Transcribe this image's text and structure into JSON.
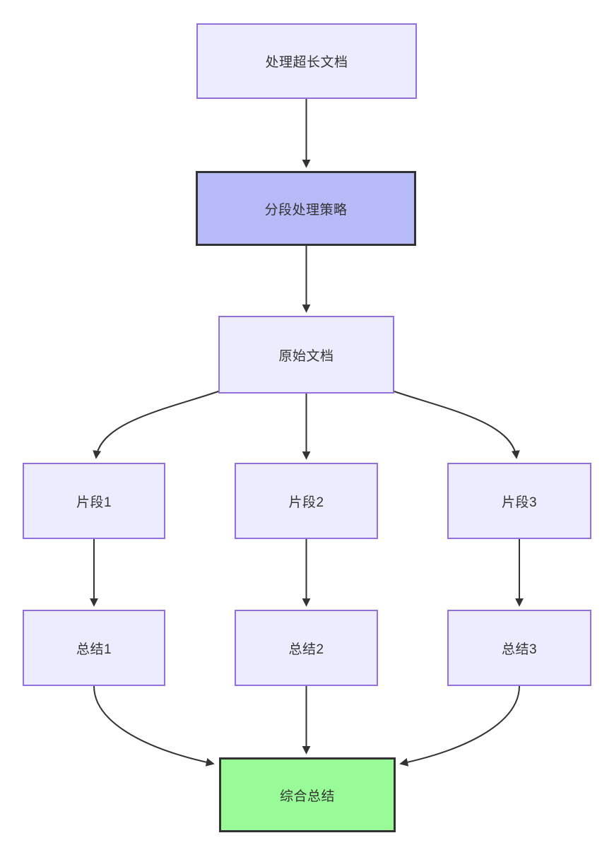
{
  "diagram": {
    "type": "flowchart",
    "direction": "top-down",
    "colors": {
      "background": "#ffffff",
      "node_fill": "#ececff",
      "node_border": "#9370db",
      "highlight_node_fill": "#b8baf8",
      "highlight_node_border": "#333333",
      "final_node_fill": "#98fb98",
      "final_node_border": "#333333",
      "edge": "#333333",
      "text": "#333333"
    },
    "nodes": {
      "process_doc": {
        "label": "处理超长文档",
        "style": "default"
      },
      "strategy": {
        "label": "分段处理策略",
        "style": "highlight"
      },
      "original_doc": {
        "label": "原始文档",
        "style": "default"
      },
      "fragment1": {
        "label": "片段1",
        "style": "default"
      },
      "fragment2": {
        "label": "片段2",
        "style": "default"
      },
      "fragment3": {
        "label": "片段3",
        "style": "default"
      },
      "summary1": {
        "label": "总结1",
        "style": "default"
      },
      "summary2": {
        "label": "总结2",
        "style": "default"
      },
      "summary3": {
        "label": "总结3",
        "style": "default"
      },
      "final_summary": {
        "label": "综合总结",
        "style": "final"
      }
    },
    "edges": [
      {
        "from": "process_doc",
        "to": "strategy"
      },
      {
        "from": "strategy",
        "to": "original_doc"
      },
      {
        "from": "original_doc",
        "to": "fragment1"
      },
      {
        "from": "original_doc",
        "to": "fragment2"
      },
      {
        "from": "original_doc",
        "to": "fragment3"
      },
      {
        "from": "fragment1",
        "to": "summary1"
      },
      {
        "from": "fragment2",
        "to": "summary2"
      },
      {
        "from": "fragment3",
        "to": "summary3"
      },
      {
        "from": "summary1",
        "to": "final_summary"
      },
      {
        "from": "summary2",
        "to": "final_summary"
      },
      {
        "from": "summary3",
        "to": "final_summary"
      }
    ]
  }
}
